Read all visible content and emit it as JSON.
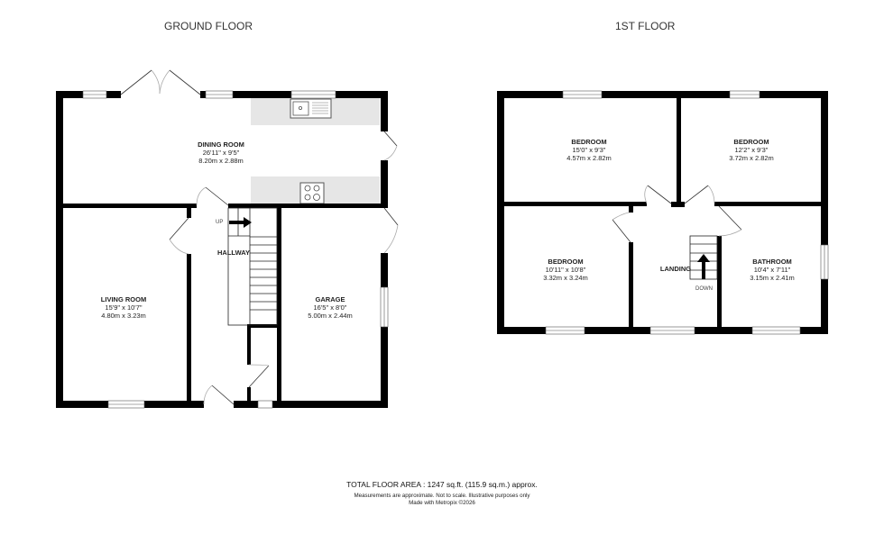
{
  "floors": {
    "ground": {
      "title": "GROUND FLOOR",
      "rooms": [
        {
          "name": "DINING ROOM",
          "imperial": "26'11\"  x 9'5\"",
          "metric": "8.20m  x 2.88m"
        },
        {
          "name": "LIVING ROOM",
          "imperial": "15'9\"  x 10'7\"",
          "metric": "4.80m  x 3.23m"
        },
        {
          "name": "HALLWAY"
        },
        {
          "name": "GARAGE",
          "imperial": "16'5\"  x 8'0\"",
          "metric": "5.00m  x 2.44m"
        }
      ],
      "stairs_label": "UP"
    },
    "first": {
      "title": "1ST FLOOR",
      "rooms": [
        {
          "name": "BEDROOM",
          "imperial": "15'0\"  x 9'3\"",
          "metric": "4.57m  x 2.82m"
        },
        {
          "name": "BEDROOM",
          "imperial": "12'2\"  x 9'3\"",
          "metric": "3.72m  x 2.82m"
        },
        {
          "name": "BEDROOM",
          "imperial": "10'11\"  x 10'8\"",
          "metric": "3.32m  x 3.24m"
        },
        {
          "name": "LANDING"
        },
        {
          "name": "BATHROOM",
          "imperial": "10'4\"  x 7'11\"",
          "metric": "3.15m  x 2.41m"
        }
      ],
      "stairs_label": "DOWN"
    }
  },
  "footer": {
    "total_area": "TOTAL FLOOR AREA : 1247 sq.ft. (115.9 sq.m.) approx.",
    "disclaimer": "Measurements are approximate.  Not to scale.  Illustrative purposes only",
    "credit": "Made with Metropix ©2026"
  },
  "colors": {
    "wall": "#000000",
    "worktop": "#e6e6e6",
    "window": "#ffffff"
  }
}
